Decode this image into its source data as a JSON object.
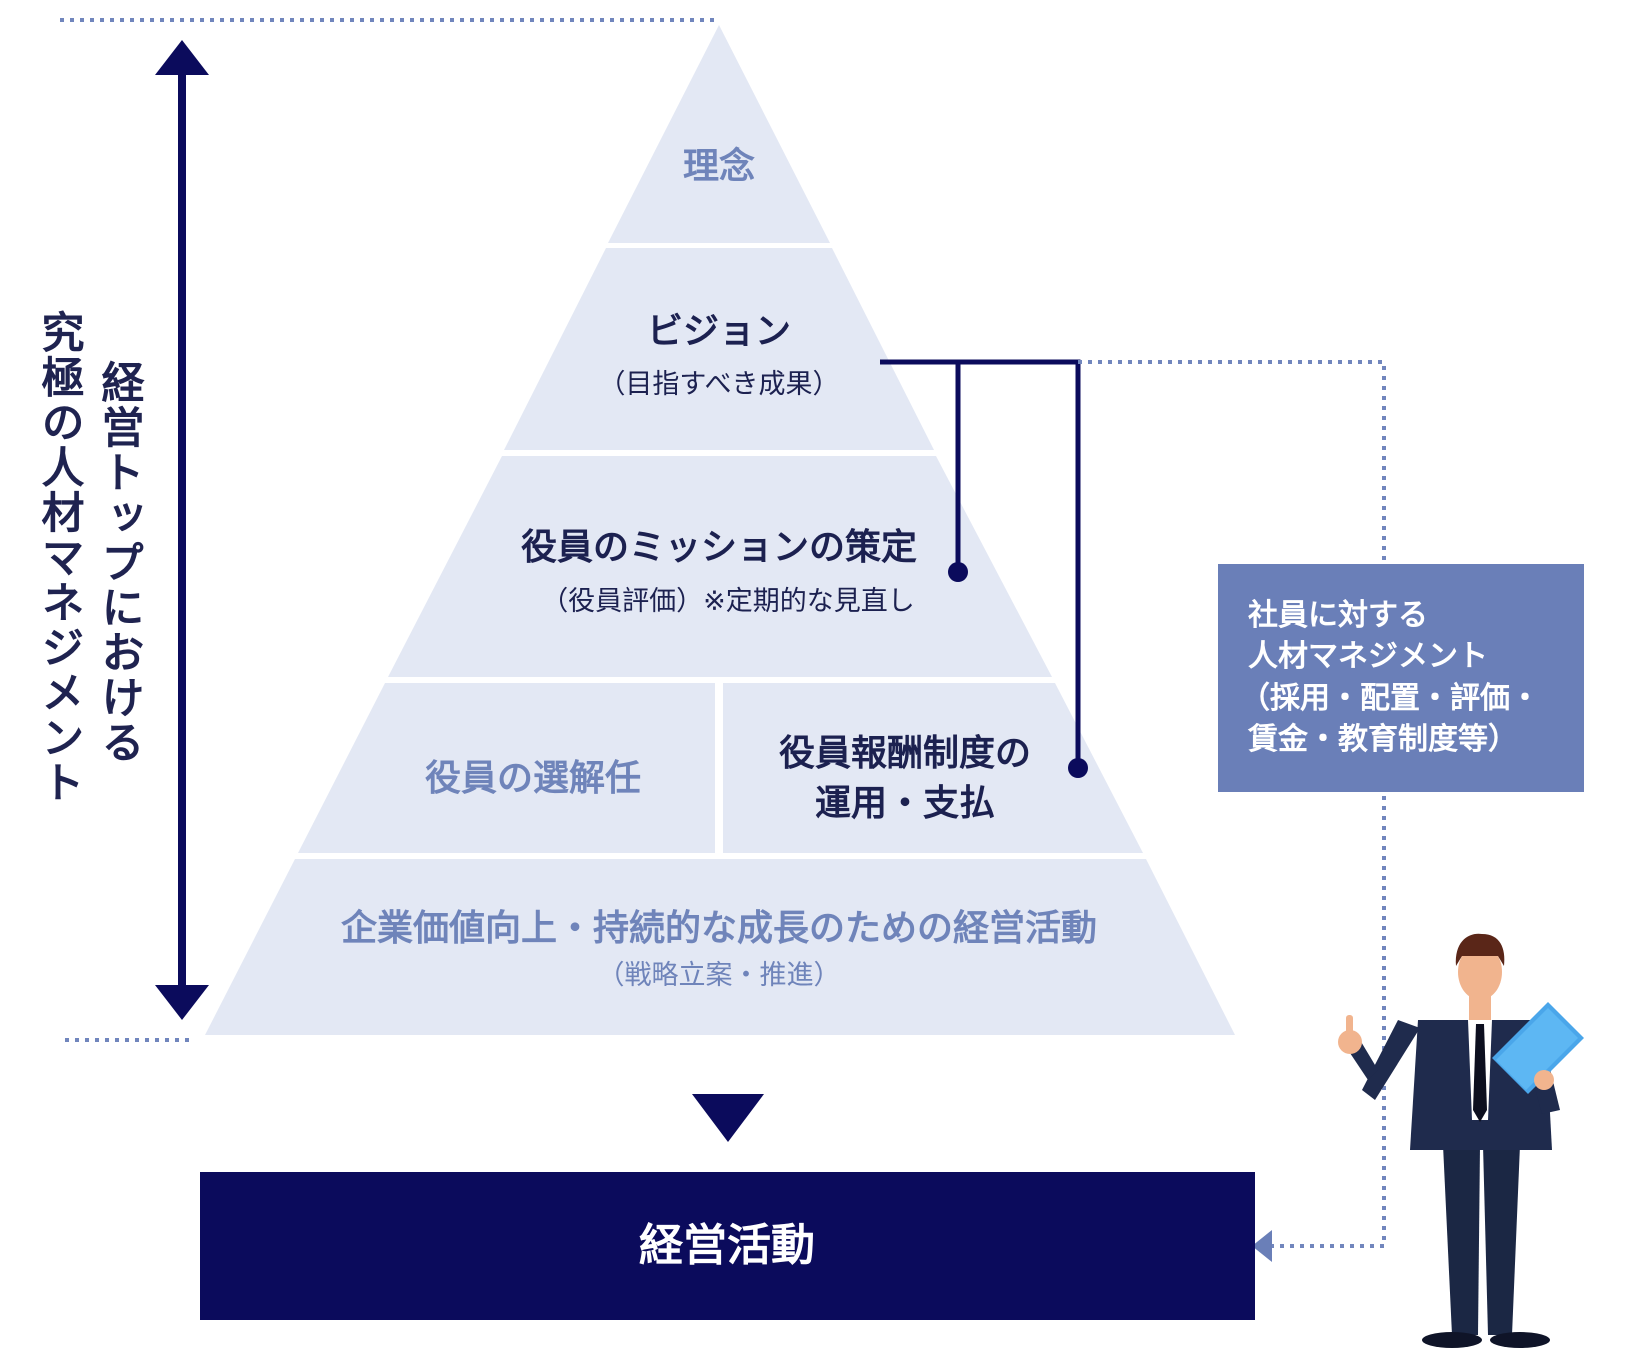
{
  "colors": {
    "navy": "#0b0b5c",
    "layer_fill": "#e3e8f4",
    "light_text": "#6f84ba",
    "dark_text": "#1c2150",
    "side_box": "#6a7fb8",
    "dotted": "#7186bd",
    "dark_navy_text": "#1f2350"
  },
  "left_labels": {
    "outer": "究極の人材マネジメント",
    "inner": "経営トップにおける"
  },
  "pyramid": {
    "level1": "理念",
    "level2_title": "ビジョン",
    "level2_sub": "（目指すべき成果）",
    "level3_title": "役員のミッションの策定",
    "level3_sub": "（役員評価）※定期的な見直し",
    "level4_left": "役員の選解任",
    "level4_right_line1": "役員報酬制度の",
    "level4_right_line2": "運用・支払",
    "level5_title": "企業価値向上・持続的な成長のための経営活動",
    "level5_sub": "（戦略立案・推進）"
  },
  "side_box": {
    "line1": "社員に対する",
    "line2": "人材マネジメント",
    "line3": "（採用・配置・評価・",
    "line4": "賃金・教育制度等）"
  },
  "bottom_box": {
    "label": "経営活動"
  },
  "icons": {
    "person": "businessman-icon"
  }
}
